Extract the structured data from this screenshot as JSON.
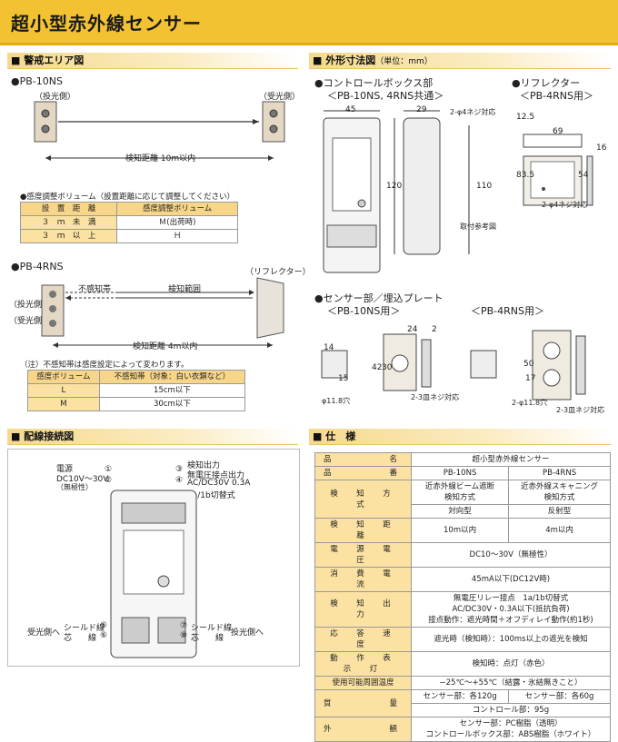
{
  "title": "超小型赤外線センサー",
  "sections": {
    "keikai": "■ 警戒エリア図",
    "gaikei": "■ 外形寸法図",
    "gaikei_unit": "（単位：mm）",
    "haisen": "■ 配線接続図",
    "shiyou": "■ 仕　様"
  },
  "pb10": {
    "name": "●PB-10NS",
    "emit": "（投光側）",
    "recv": "（受光側）",
    "dist": "検知距離 10m以内"
  },
  "sens": {
    "note": "●感度調整ボリューム（設置距離に応じて調整してください）",
    "headers": [
      "設　置　距　離",
      "感度調整ボリューム"
    ],
    "rows": [
      [
        "３　ｍ　未　満",
        "Ｍ(出荷時)"
      ],
      [
        "３　ｍ　以　上",
        "Ｈ"
      ]
    ]
  },
  "pb4": {
    "name": "●PB-4RNS",
    "emit": "（投光側）",
    "recv": "（受光側）",
    "reflector": "（リフレクター）",
    "dead": "不感知帯",
    "range": "検知範囲",
    "dist": "検知距離 4m以内"
  },
  "dead": {
    "note": "（注）不感知帯は感度設定によって変わります。",
    "headers": [
      "感度ボリューム",
      "不感知帯（対象：白い衣類など）"
    ],
    "rows": [
      [
        "L",
        "15cm以下"
      ],
      [
        "M",
        "30cm以下"
      ]
    ]
  },
  "dims": {
    "ctrl_title": "●コントロールボックス部",
    "ctrl_sub": "＜PB-10NS, 4RNS共通＞",
    "refl_title": "●リフレクター",
    "refl_sub": "＜PB-4RNS用＞",
    "sensor_title": "●センサー部／埋込プレート",
    "sensor_sub1": "＜PB-10NS用＞",
    "sensor_sub2": "＜PB-4RNS用＞",
    "d45": "45",
    "d29": "29",
    "d120": "120",
    "d110": "110",
    "hole": "2-φ4ネジ対応",
    "mount": "取付参考図",
    "d69": "69",
    "d12_5": "12.5",
    "d83_5": "83.5",
    "d54": "54",
    "d16": "16",
    "rhole": "2-φ4ネジ対応",
    "d24": "24",
    "d2": "2",
    "d14": "14",
    "d42": "42",
    "d30": "30",
    "d15": "15",
    "d11_8": "φ11.8穴",
    "d23": "2-3皿ネジ対応",
    "d50": "50",
    "d17": "17",
    "d11_8b": "2-φ11.8穴",
    "d23b": "2-3皿ネジ対応"
  },
  "wiring": {
    "power": "電源",
    "power_v": "DC10V〜30V",
    "power_np": "（無極性）",
    "out": "検知出力",
    "out2": "無電圧接点出力",
    "out3": "AC/DC30V 0.3A",
    "out4": "1a/1b切替式",
    "c1": "①",
    "c2": "②",
    "c3": "③",
    "c4": "④",
    "recv_side": "受光側へ",
    "shield1": "シールド線",
    "core1": "芯　　線",
    "n5": "⑤",
    "n6": "⑥",
    "n7": "⑦",
    "n8": "⑧",
    "shield2": "シールド線",
    "core2": "芯　　線",
    "emit_side": "投光側へ"
  },
  "spec": {
    "rows": [
      [
        "品　　　　名",
        "超小型赤外線センサー",
        ""
      ],
      [
        "品　　　　番",
        "PB-10NS",
        "PB-4RNS"
      ],
      [
        "検　知　方　式",
        "近赤外線ビーム遮断\n検知方式",
        "近赤外線スキャニング\n検知方式"
      ],
      [
        "",
        "対向型",
        "反射型"
      ],
      [
        "検　知　距　離",
        "10m以内",
        "4m以内"
      ],
      [
        "電　源　電　圧",
        "DC10〜30V（無極性）",
        ""
      ],
      [
        "消　費　電　流",
        "45mA以下(DC12V時)",
        ""
      ],
      [
        "検　知　出　力",
        "無電圧リレー接点　1a/1b切替式\nAC/DC30V・0.3A以下(抵抗負荷)\n接点動作：遮光時間＋オフディレイ動作(約1秒)",
        ""
      ],
      [
        "応　答　速　度",
        "遮光時（検知時）：100ms以上の遮光を検知",
        ""
      ],
      [
        "動　作　表　示　灯",
        "検知時：点灯（赤色）",
        ""
      ],
      [
        "使用可能周囲温度",
        "−25℃〜+55℃（結露・氷結無きこと）",
        ""
      ],
      [
        "質　　　　量",
        "センサー部：各120g",
        "センサー部：各60g"
      ],
      [
        "",
        "コントロール部：95g",
        ""
      ],
      [
        "外　　　　観",
        "センサー部：PC樹脂（透明）\nコントロールボックス部：ABS樹脂（ホワイト）",
        ""
      ]
    ]
  }
}
